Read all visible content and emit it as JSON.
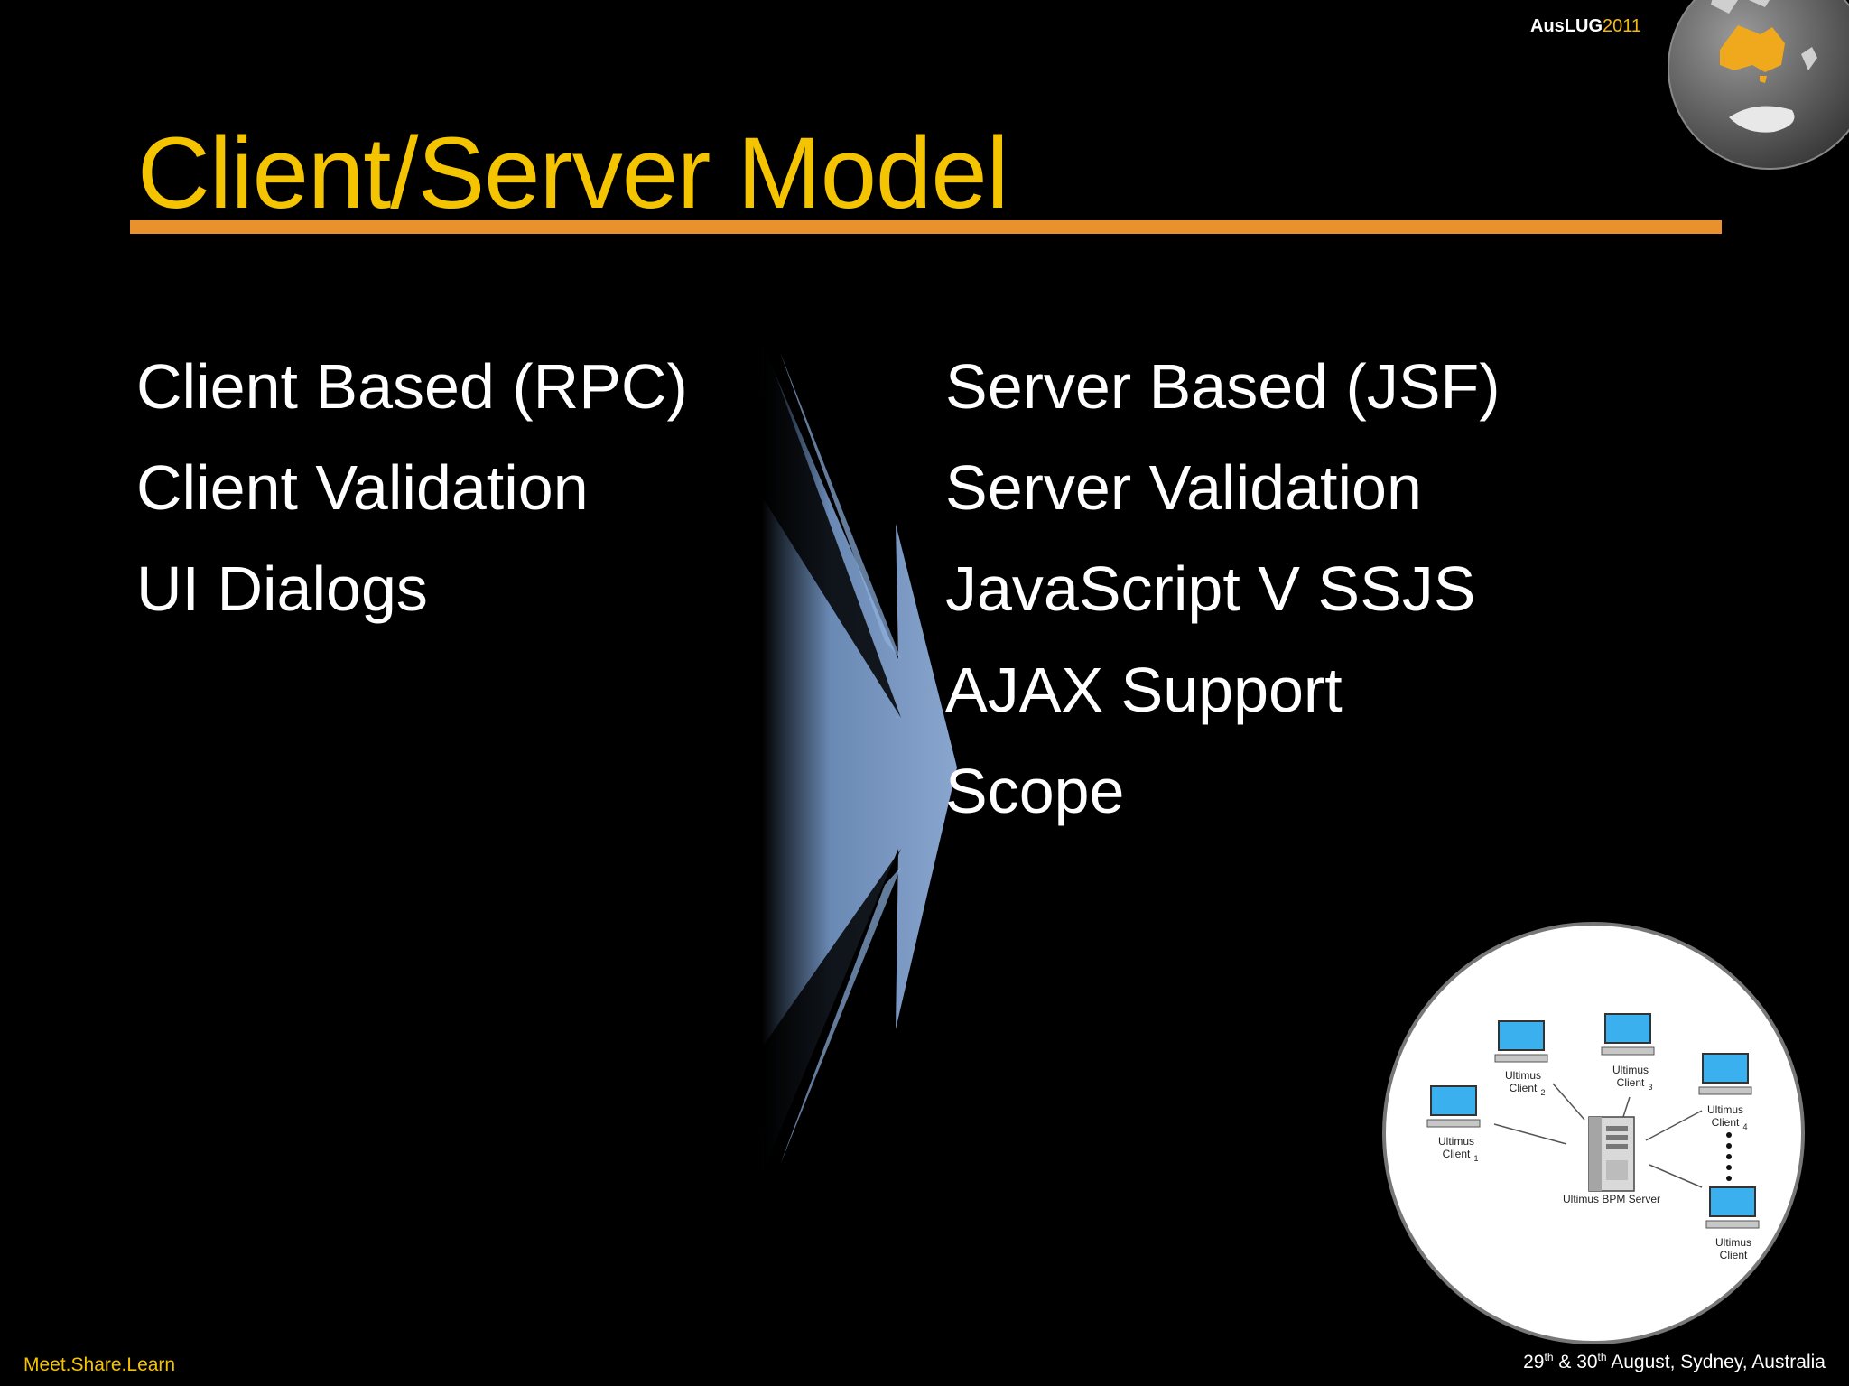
{
  "header": {
    "brand_name": "AusLUG",
    "brand_year": "2011"
  },
  "slide": {
    "title": "Client/Server Model",
    "left_items": [
      "Client Based (RPC)",
      "Client Validation",
      "UI Dialogs"
    ],
    "right_items": [
      "Server Based (JSF)",
      "Server Validation",
      "JavaScript V SSJS",
      "AJAX Support",
      "Scope"
    ]
  },
  "diagram": {
    "clients": [
      {
        "line1": "Ultimus",
        "line2": "Client",
        "sub": "1"
      },
      {
        "line1": "Ultimus",
        "line2": "Client",
        "sub": "2"
      },
      {
        "line1": "Ultimus",
        "line2": "Client",
        "sub": "3"
      },
      {
        "line1": "Ultimus",
        "line2": "Client",
        "sub": "4"
      },
      {
        "line1": "Ultimus",
        "line2": "Client",
        "sub": ""
      }
    ],
    "server_label": "Ultimus BPM Server"
  },
  "footer": {
    "tagline": "Meet.Share.Learn",
    "date_day1": "29",
    "date_sup1": "th",
    "date_amp": " & ",
    "date_day2": "30",
    "date_sup2": "th",
    "date_rest": " August, Sydney, Australia"
  },
  "colors": {
    "background": "#000000",
    "title": "#f5c400",
    "title_rule": "#e9912c",
    "arrow": "#6f90bd",
    "body_text": "#ffffff"
  }
}
